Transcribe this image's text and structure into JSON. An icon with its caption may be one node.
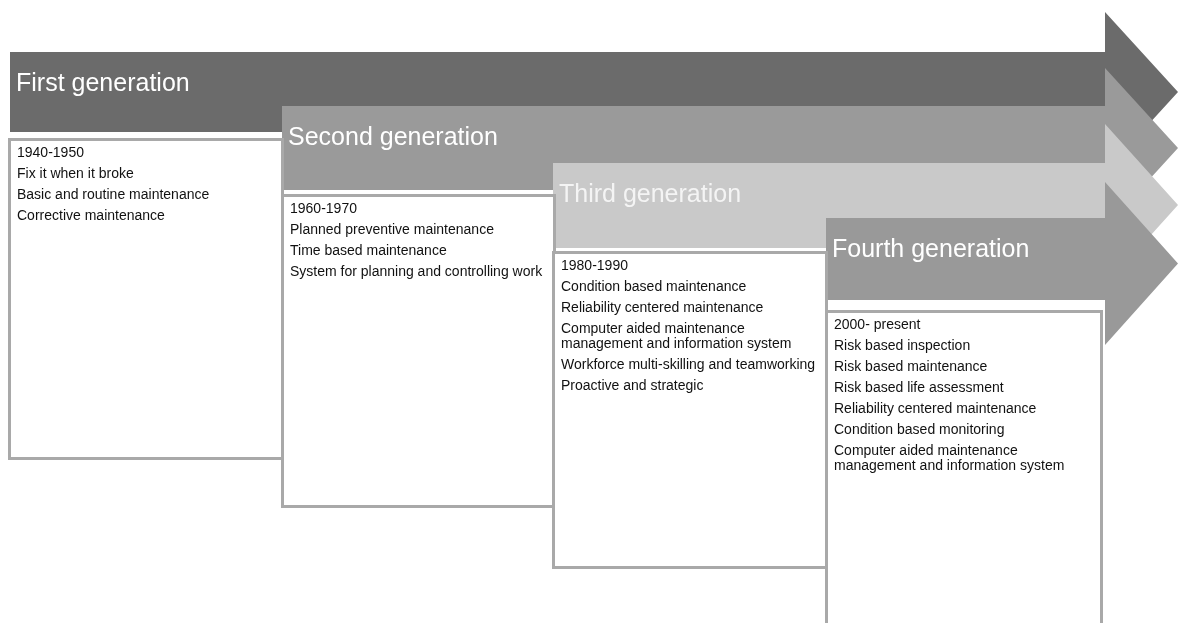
{
  "diagram": {
    "nodes": [
      {
        "text": [
          "First generation"
        ]
      },
      {
        "text": [
          "1940-1950",
          "Fix it when it broke",
          "Basic and routine maintenance",
          "Corrective maintenance"
        ]
      },
      {
        "text": [
          "Second generation"
        ]
      },
      {
        "text": [
          "1960-1970",
          "Planned preventive maintenance",
          "Time based maintenance",
          "System for planning and controlling work"
        ]
      },
      {
        "text": [
          "Third generation"
        ]
      },
      {
        "text": [
          "1980-1990",
          "Condition based maintenance",
          "Reliability centered maintenance",
          "Computer aided maintenance management and information system",
          "Workforce multi-skilling and teamworking",
          "Proactive and strategic"
        ]
      },
      {
        "text": [
          "Fourth generation"
        ]
      },
      {
        "text": [
          "2000- present",
          "Risk based inspection",
          "Risk based maintenance",
          "Risk based life assessment",
          "Reliability centered maintenance",
          "Condition based monitoring",
          "Computer aided maintenance management and information system"
        ]
      }
    ]
  }
}
